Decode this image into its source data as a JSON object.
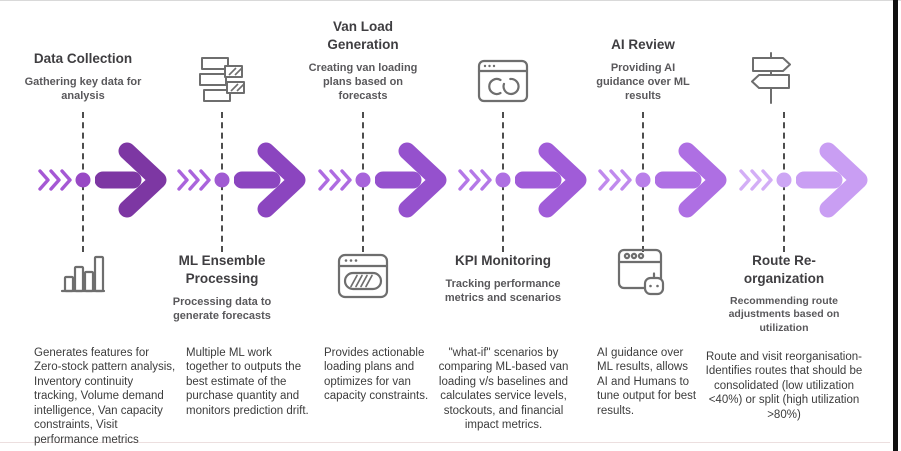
{
  "page": {
    "background": "#ffffff",
    "icon_stroke": "#6e6e6e",
    "dashed_line_color": "#4e4e4e",
    "right_edge_bar_color": "#101010"
  },
  "stages": [
    {
      "title": "Data Collection",
      "subtitle": "Gathering key data for analysis",
      "description": "Generates features for Zero-stock pattern analysis, Inventory continuity tracking, Volume demand intelligence, Van capacity constraints, Visit performance metrics",
      "icon": "bar-chart-icon",
      "label_position": "top",
      "arrow_color": "#7d37a3",
      "marker_color": "#9849c4",
      "chevron_color": "#a558d4"
    },
    {
      "title": "ML Ensemble Processing",
      "subtitle": "Processing data to generate forecasts",
      "description": "Multiple ML work together to outputs the best estimate of the purchase quantity and monitors prediction drift.",
      "icon": "gantt-bars-icon",
      "label_position": "bottom",
      "arrow_color": "#8b45bf",
      "marker_color": "#a05ad2",
      "chevron_color": "#aa64dc"
    },
    {
      "title": "Van Load Generation",
      "subtitle": "Creating van loading plans based on forecasts",
      "description": "Provides actionable loading plans and optimizes for van capacity constraints.",
      "icon": "window-loading-icon",
      "label_position": "top",
      "arrow_color": "#9551cd",
      "marker_color": "#a763da",
      "chevron_color": "#ae6ce1"
    },
    {
      "title": "KPI Monitoring",
      "subtitle": "Tracking performance metrics and scenarios",
      "description": "\"what-if\" scenarios by comparing ML-based van loading v/s baselines and calculates service levels, stockouts, and financial impact metrics.",
      "icon": "window-sync-icon",
      "label_position": "bottom",
      "arrow_color": "#a05cd8",
      "marker_color": "#ae6fe2",
      "chevron_color": "#b478e7"
    },
    {
      "title": "AI Review",
      "subtitle": "Providing AI guidance over ML results",
      "description": "AI guidance over ML results, allows AI and Humans to tune output for best results.",
      "icon": "window-robot-icon",
      "label_position": "top",
      "arrow_color": "#ae6fe3",
      "marker_color": "#b97fe9",
      "chevron_color": "#c08aed"
    },
    {
      "title": "Route Re-organization",
      "subtitle": "Recommending route adjustments based on utilization",
      "description": "Route and visit reorganisation-Identifies routes that should be consolidated (low utilization <40%) or split (high utilization >80%)",
      "icon": "signpost-icon",
      "label_position": "bottom",
      "arrow_color": "#c99ef3",
      "marker_color": "#cda6f4",
      "chevron_color": "#d3aef6"
    }
  ]
}
